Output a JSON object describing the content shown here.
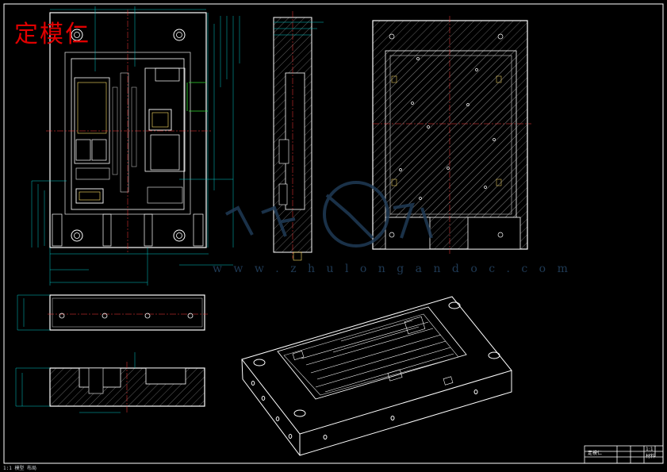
{
  "drawing": {
    "title": "定模仁",
    "watermark_url": "w w w . z h u l o n g a n d o c . c o m",
    "status_left": "1:1 模型 布局"
  },
  "title_block": {
    "name": "定模仁",
    "scale": "1:1",
    "material": "材料"
  },
  "colors": {
    "background": "#000000",
    "line": "#ffffff",
    "centerline": "#ff3b3b",
    "dimension": "#00c8c8",
    "hole": "#ffff55",
    "hatch": "#9a9a9a",
    "title_text": "#e00000",
    "watermark": "#1f3a55"
  }
}
